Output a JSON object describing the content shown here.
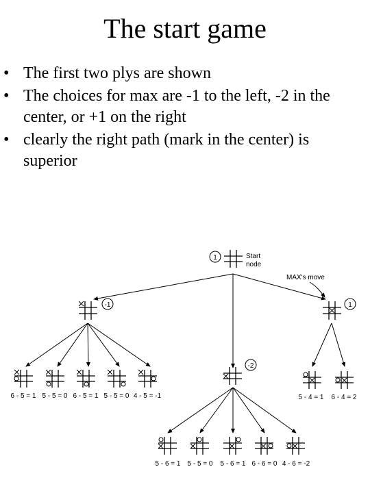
{
  "title": "The start game",
  "bullet_marker": "•",
  "bullets": [
    "The first two plys are shown",
    "The choices for max are -1 to the left, -2 in the center, or +1 on the right",
    "clearly the right path (mark in the center) is superior"
  ],
  "diagram": {
    "start_label": "Start",
    "node_label": "node",
    "max_move_label": "MAX's move",
    "nodes": [
      {
        "id": "root",
        "value": "1"
      },
      {
        "id": "left",
        "value": "-1"
      },
      {
        "id": "center",
        "value": "-2"
      },
      {
        "id": "right",
        "value": "1"
      }
    ],
    "leaf_scores": {
      "left": [
        "6 - 5 = 1",
        "5 - 5 = 0",
        "6 - 5 = 1",
        "5 - 5 = 0",
        "4 - 5 = -1"
      ],
      "center": [
        "5 - 6 = 1",
        "5 - 5 = 0",
        "5 - 6 = 1",
        "6 - 6 = 0",
        "4 - 6 = -2"
      ],
      "right": [
        "5 - 4 = 1",
        "6 - 4 = 2"
      ]
    }
  }
}
